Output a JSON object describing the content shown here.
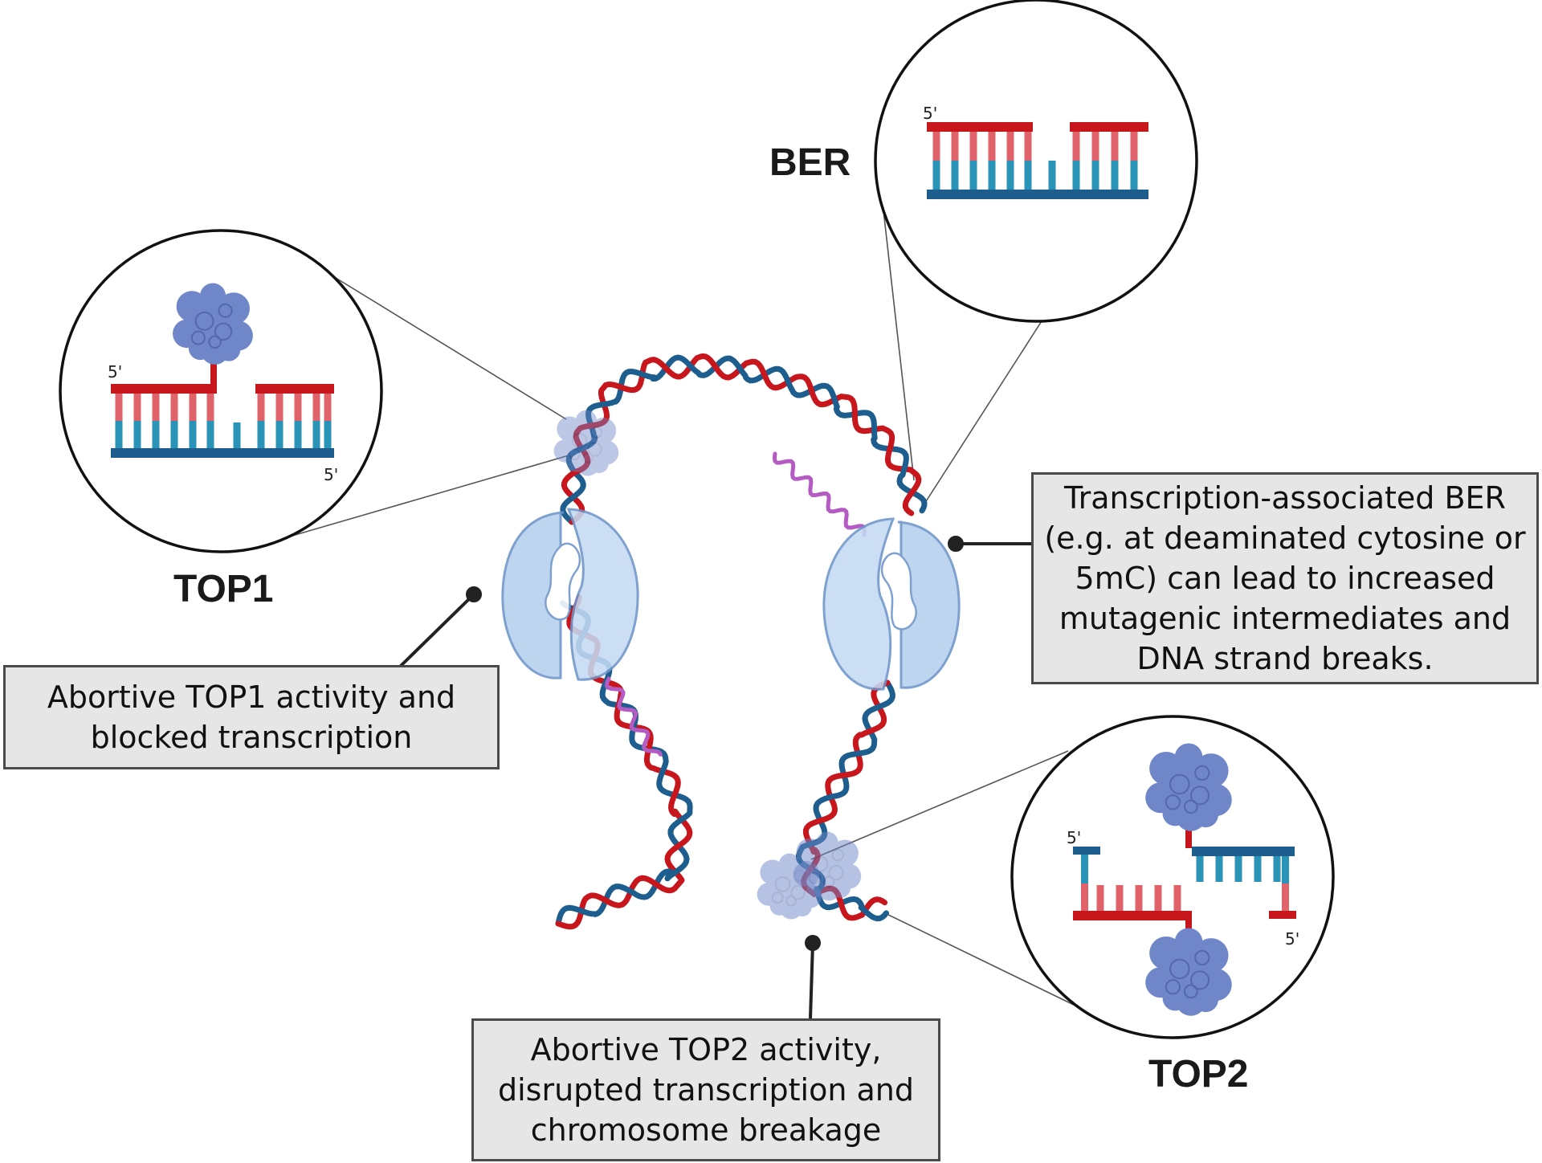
{
  "labels": {
    "top1": "TOP1",
    "ber": "BER",
    "top2": "TOP2"
  },
  "five_prime": "5'",
  "boxes": {
    "top1": [
      "Abortive TOP1 activity and",
      "blocked transcription"
    ],
    "ber": [
      "Transcription-associated BER",
      "(e.g. at deaminated cytosine or",
      "5mC) can lead to increased",
      "mutagenic intermediates and",
      "DNA strand breaks."
    ],
    "top2": [
      "Abortive TOP2 activity,",
      "disrupted transcription and",
      "chromosome breakage"
    ]
  },
  "colors": {
    "strand_red": "#c8161d",
    "strand_blue": "#1d5e8e",
    "rung_red": "#e0636b",
    "rung_blue": "#2a93b8",
    "enzyme": "#6f86c8",
    "rna": "#b45cc4",
    "polymerase": "#b6d0ef",
    "box_fill": "#e6e6e6"
  }
}
